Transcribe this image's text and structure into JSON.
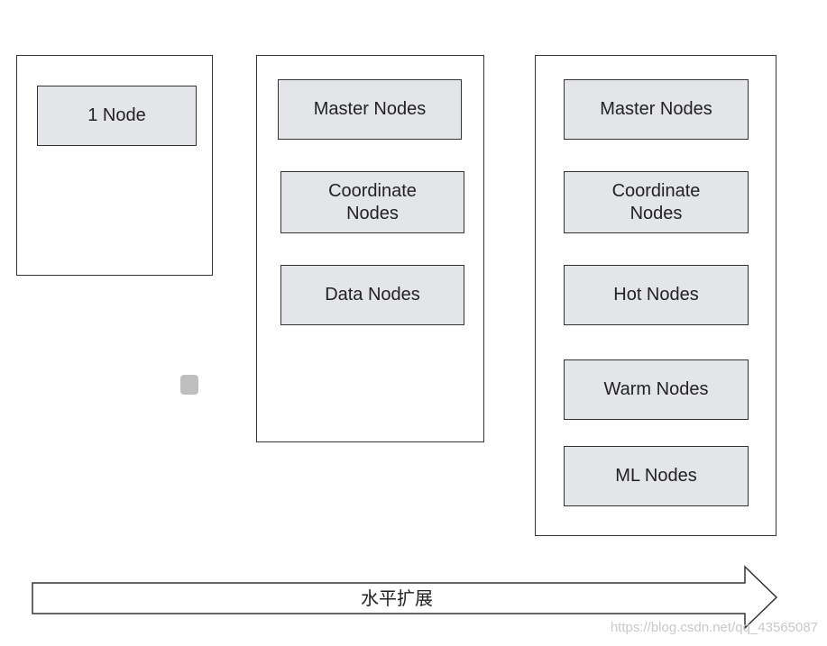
{
  "clusters": [
    {
      "nodes": [
        "1 Node"
      ]
    },
    {
      "nodes": [
        "Master Nodes",
        "Coordinate\nNodes",
        "Data Nodes"
      ]
    },
    {
      "nodes": [
        "Master Nodes",
        "Coordinate\nNodes",
        "Hot Nodes",
        "Warm Nodes",
        "ML Nodes"
      ]
    }
  ],
  "arrow": {
    "label": "水平扩展"
  },
  "watermark": "https://blog.csdn.net/qq_43565087",
  "colors": {
    "node_fill": "#e3e5e8",
    "border": "#333333",
    "background": "#ffffff"
  }
}
